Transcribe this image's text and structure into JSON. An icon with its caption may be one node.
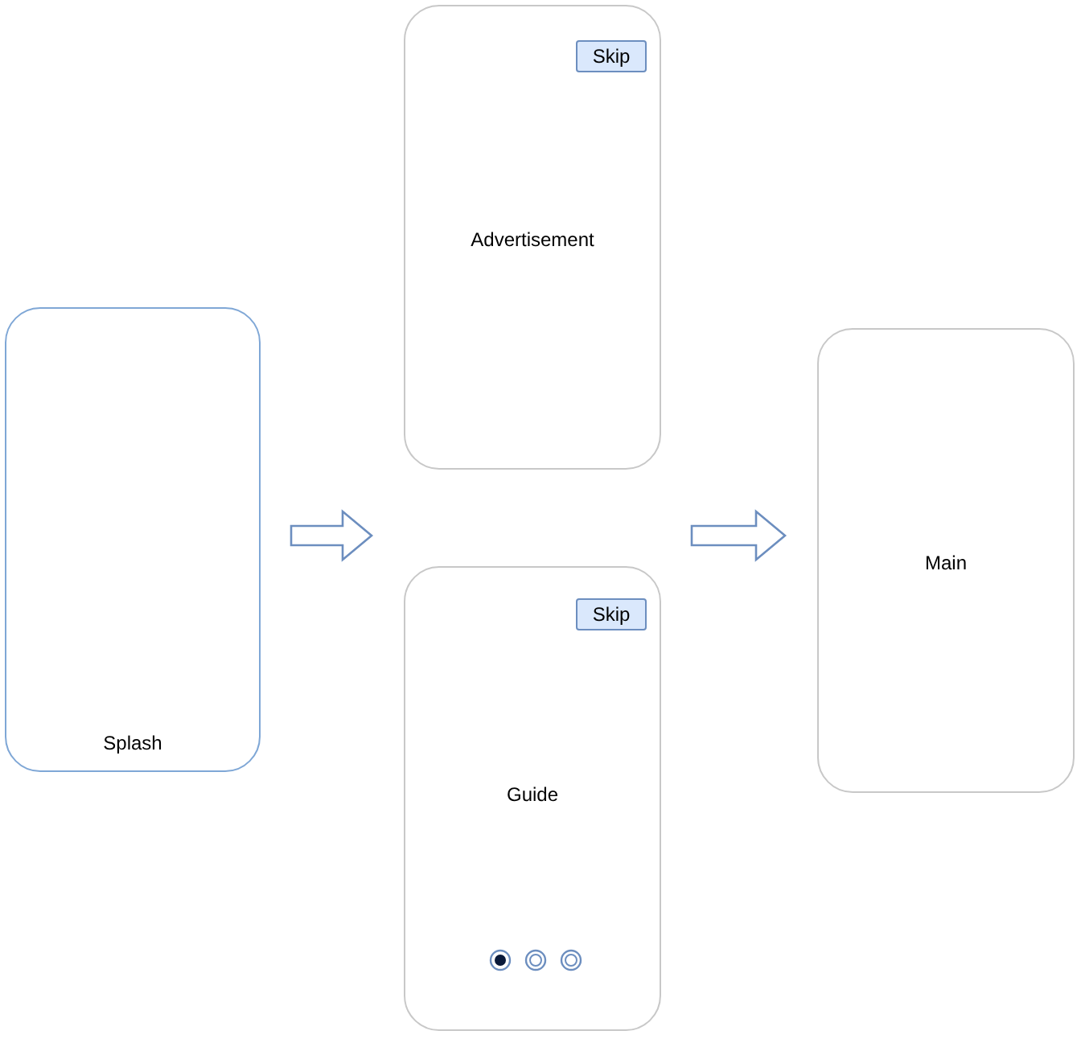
{
  "diagram": {
    "nodes": [
      {
        "text": [
          "Splash"
        ]
      },
      {
        "text": [
          "Advertisement"
        ]
      },
      {
        "text": [
          "Skip"
        ],
        "in": 1
      },
      {
        "text": [
          "Guide"
        ]
      },
      {
        "text": [
          "Skip"
        ],
        "in": 3
      },
      {
        "text": [
          "Main"
        ]
      }
    ],
    "edges": [
      {
        "from": 0,
        "to": 1,
        "arrow": "to",
        "style": "thick"
      },
      {
        "from": 0,
        "to": 3,
        "arrow": "to",
        "style": "thick"
      },
      {
        "from": 1,
        "to": 5,
        "arrow": "to",
        "style": "thick"
      },
      {
        "from": 3,
        "to": 5,
        "arrow": "to",
        "style": "thick"
      }
    ]
  }
}
